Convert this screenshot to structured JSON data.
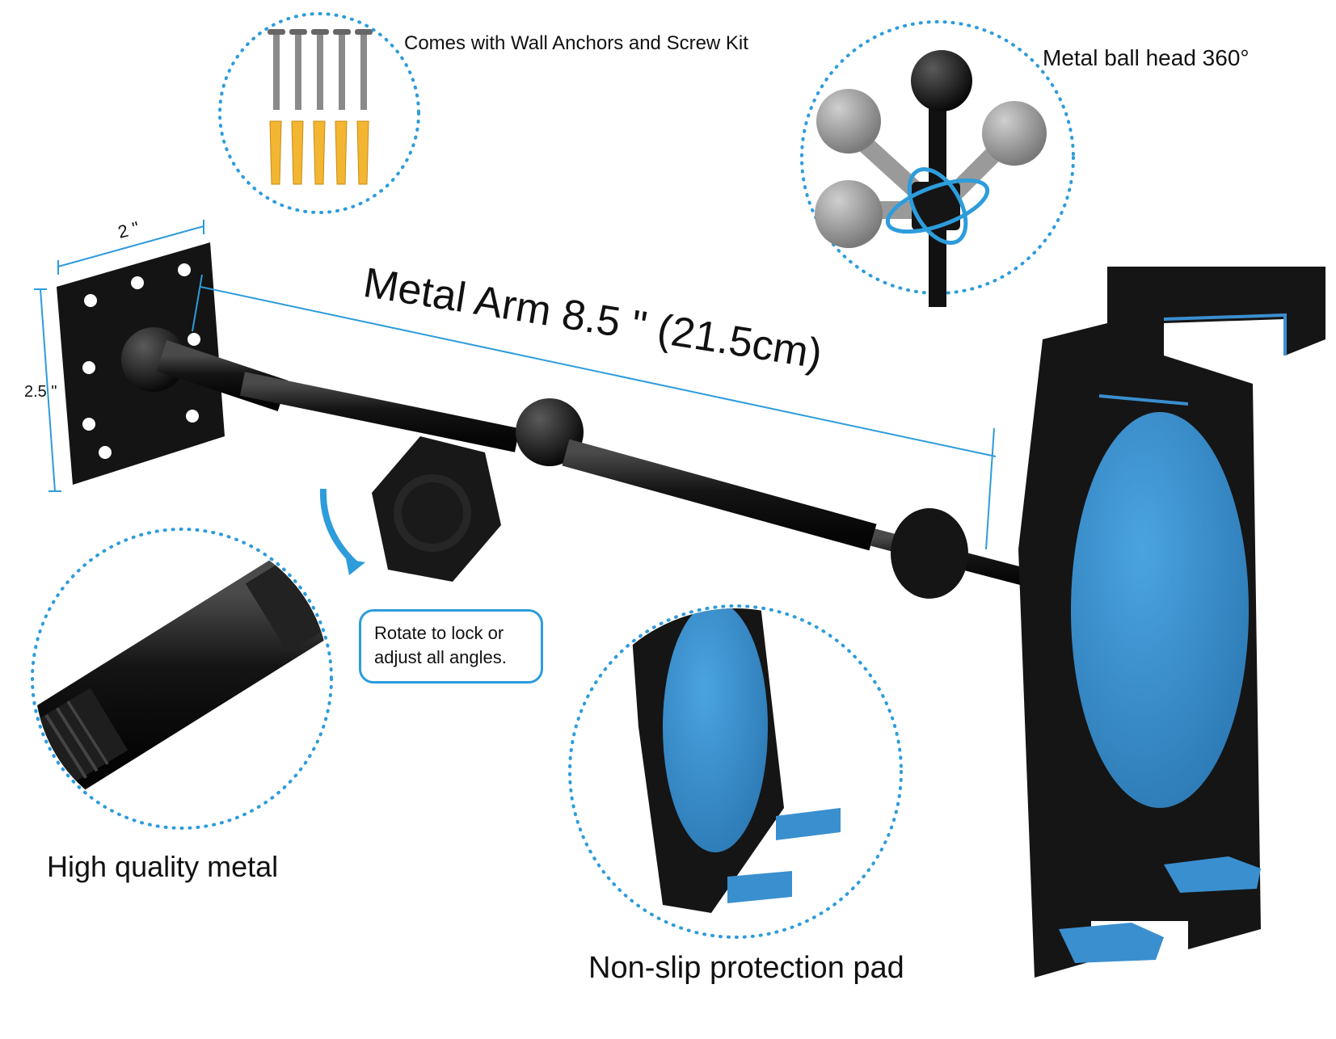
{
  "callouts": {
    "screws": "Comes with Wall Anchors and Screw Kit",
    "ball_head": "Metal ball head 360°",
    "arm_length": "Metal Arm 8.5 \" (21.5cm)",
    "plate_width": "2 \"",
    "plate_height": "2.5 \"",
    "metal_quality": "High quality metal",
    "pad": "Non-slip protection pad",
    "rotate_line1": "Rotate to lock or",
    "rotate_line2": "adjust all angles."
  },
  "colors": {
    "accent_blue": "#2d9cdb",
    "pad_blue": "#3a8fcf",
    "metal_black": "#151515",
    "anchor_yellow": "#f2b632"
  },
  "icons": [
    "rotate-arrow-icon",
    "spin-arrows-icon",
    "screw-icon",
    "anchor-icon"
  ]
}
